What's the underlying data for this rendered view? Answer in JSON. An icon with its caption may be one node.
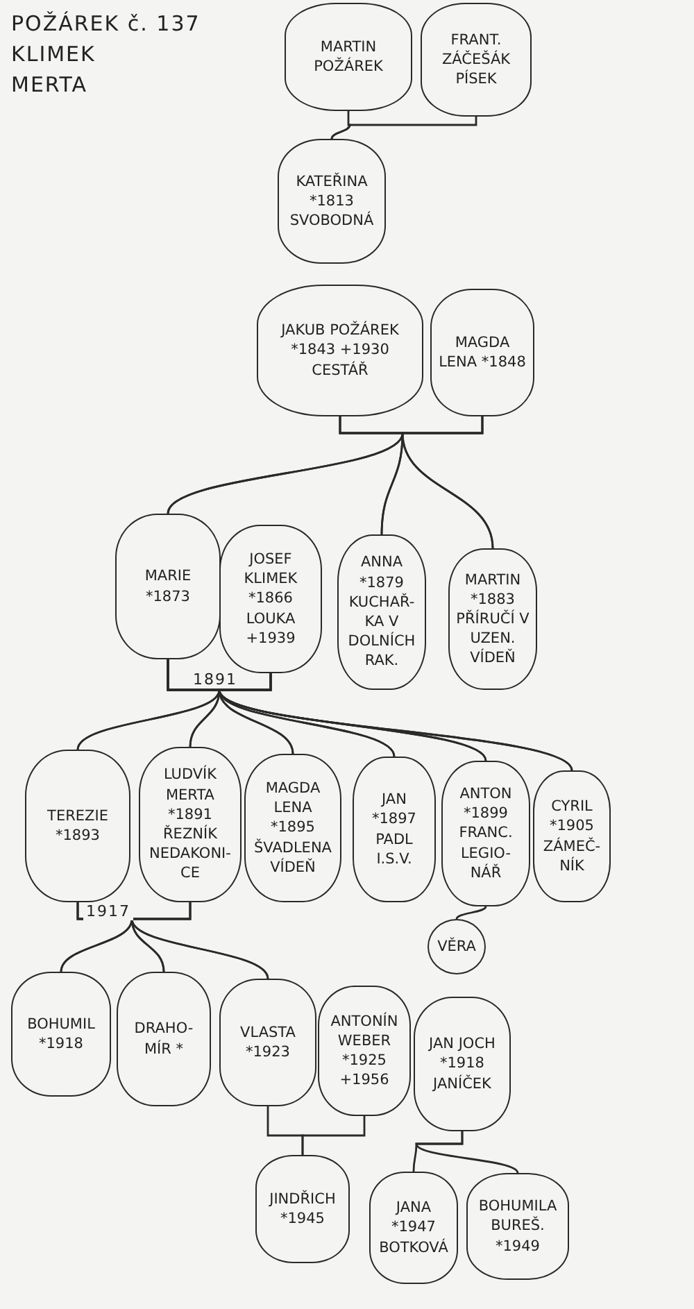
{
  "diagram": {
    "nodes": [
      {
        "text": [
          "MARTIN POŽÁREK"
        ]
      },
      {
        "text": [
          "FRANT. ZÁČEŠÁK PÍSEK"
        ]
      },
      {
        "text": [
          "KATEŘINA *1813 SVOBODNÁ"
        ]
      },
      {
        "text": [
          "JAKUB POŽÁREK *1843 +1930 CESTÁŘ"
        ]
      },
      {
        "text": [
          "MAGDA LENA *1848"
        ]
      },
      {
        "text": [
          "MARIE *1873"
        ]
      },
      {
        "text": [
          "JOSEF KLIMEK *1866 LOUKA +1939"
        ]
      },
      {
        "text": [
          "ANNA *1879 KUCHAŘ- KA V DOLNÍCH RAK."
        ]
      },
      {
        "text": [
          "MARTIN *1883 PŘÍRUČÍ V UZEN. VÍDEŇ"
        ]
      },
      {
        "text": [
          "TEREZIE *1893"
        ]
      },
      {
        "text": [
          "LUDVÍK MERTA *1891 ŘEZNÍK NEDAKONI- CE"
        ]
      },
      {
        "text": [
          "MAGDA LENA *1895 ŠVADLENA VÍDEŇ"
        ]
      },
      {
        "text": [
          "JAN *1897 PADL I.S.V."
        ]
      },
      {
        "text": [
          "ANTON *1899 FRANC. LEGIO- NÁŘ"
        ]
      },
      {
        "text": [
          "CYRIL *1905 ZÁMEČ- NÍK"
        ]
      },
      {
        "text": [
          "VĚRA"
        ]
      },
      {
        "text": [
          "BOHUMIL *1918"
        ]
      },
      {
        "text": [
          "DRAHO- MÍR *"
        ]
      },
      {
        "text": [
          "VLASTA *1923"
        ]
      },
      {
        "text": [
          "ANTONÍN WEBER *1925 +1956"
        ]
      },
      {
        "text": [
          "JAN JOCH *1918 JANÍČEK"
        ]
      },
      {
        "text": [
          "JINDŘICH *1945"
        ]
      },
      {
        "text": [
          "JANA *1947 BOTKOVÁ"
        ]
      },
      {
        "text": [
          "BOHUMILA BUREŠ. *1949"
        ]
      }
    ],
    "edges": [
      {
        "from": 0,
        "to": 2,
        "arrow": "none"
      },
      {
        "from": 1,
        "to": 2,
        "arrow": "none"
      },
      {
        "from": 3,
        "to": 5,
        "arrow": "none"
      },
      {
        "from": 4,
        "to": 5,
        "arrow": "none"
      },
      {
        "from": 3,
        "to": 7,
        "arrow": "none"
      },
      {
        "from": 4,
        "to": 7,
        "arrow": "none"
      },
      {
        "from": 3,
        "to": 8,
        "arrow": "none"
      },
      {
        "from": 4,
        "to": 8,
        "arrow": "none"
      },
      {
        "from": 5,
        "to": 9,
        "arrow": "none"
      },
      {
        "from": 6,
        "to": 9,
        "arrow": "none"
      },
      {
        "from": 5,
        "to": 10,
        "arrow": "none"
      },
      {
        "from": 6,
        "to": 10,
        "arrow": "none"
      },
      {
        "from": 5,
        "to": 11,
        "arrow": "none"
      },
      {
        "from": 6,
        "to": 11,
        "arrow": "none"
      },
      {
        "from": 5,
        "to": 12,
        "arrow": "none"
      },
      {
        "from": 6,
        "to": 12,
        "arrow": "none"
      },
      {
        "from": 5,
        "to": 13,
        "arrow": "none"
      },
      {
        "from": 6,
        "to": 13,
        "arrow": "none"
      },
      {
        "from": 5,
        "to": 14,
        "arrow": "none"
      },
      {
        "from": 6,
        "to": 14,
        "arrow": "none"
      },
      {
        "from": 13,
        "to": 15,
        "arrow": "none"
      },
      {
        "from": 9,
        "to": 16,
        "arrow": "none"
      },
      {
        "from": 10,
        "to": 16,
        "arrow": "none"
      },
      {
        "from": 9,
        "to": 17,
        "arrow": "none"
      },
      {
        "from": 10,
        "to": 17,
        "arrow": "none"
      },
      {
        "from": 9,
        "to": 18,
        "arrow": "none"
      },
      {
        "from": 10,
        "to": 18,
        "arrow": "none"
      },
      {
        "from": 18,
        "to": 21,
        "arrow": "none"
      },
      {
        "from": 19,
        "to": 21,
        "arrow": "none"
      },
      {
        "from": 20,
        "to": 22,
        "arrow": "none"
      },
      {
        "from": 20,
        "to": 23,
        "arrow": "none"
      }
    ],
    "labels": [
      "POŽÁREK č. 137",
      "KLIMEK",
      "MERTA",
      "1891",
      "1917"
    ]
  }
}
